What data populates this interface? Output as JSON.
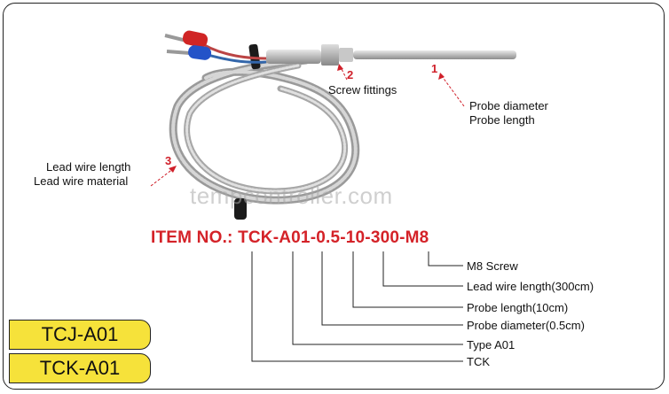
{
  "annotations": {
    "probe": {
      "number": "1",
      "line1": "Probe diameter",
      "line2": "Probe length"
    },
    "screw": {
      "number": "2",
      "label": "Screw fittings"
    },
    "lead": {
      "number": "3",
      "line1": "Lead wire length",
      "line2": "Lead wire material"
    }
  },
  "watermark": "tempcontroller.com",
  "item": {
    "prefix": "ITEM NO.:",
    "code": "TCK-A01-0.5-10-300-M8"
  },
  "breakdown": [
    "M8 Screw",
    "Lead wire length(300cm)",
    "Probe length(10cm)",
    "Probe diameter(0.5cm)",
    "Type A01",
    "TCK"
  ],
  "models": [
    "TCJ-A01",
    "TCK-A01"
  ],
  "colors": {
    "accent_red": "#d42228",
    "tab_yellow": "#f6e23a"
  }
}
